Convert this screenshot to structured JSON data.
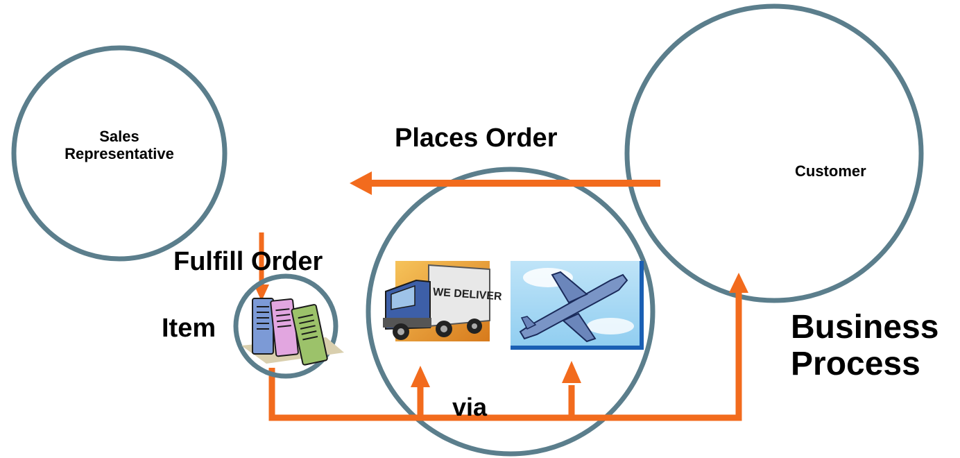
{
  "colors": {
    "circle_stroke": "#5b7e8c",
    "arrow": "#f26b1d",
    "text": "#000000"
  },
  "nodes": {
    "sales_rep": {
      "line1": "Sales",
      "line2": "Representative"
    },
    "customer": {
      "label": "Customer"
    },
    "item": {
      "label": "Item"
    }
  },
  "arrows": {
    "places_order": "Places Order",
    "fulfill_order": "Fulfill Order",
    "via": "via"
  },
  "title": {
    "line1": "Business",
    "line2": "Process"
  },
  "icons": {
    "books": "books-icon",
    "truck": "delivery-truck-icon",
    "truck_text": "WE DELIVER",
    "plane": "airplane-icon"
  }
}
